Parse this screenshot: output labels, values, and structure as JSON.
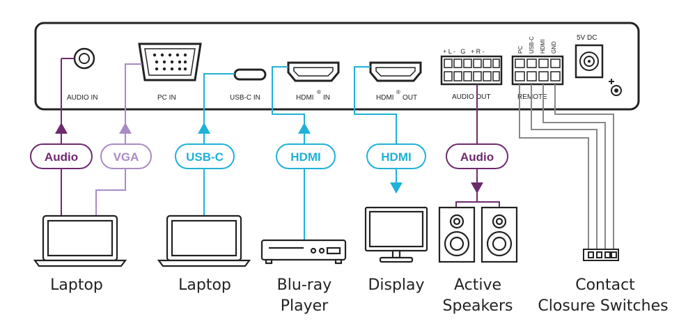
{
  "panel": {
    "audio_in": "AUDIO IN",
    "pc_in": "PC IN",
    "usbc_in": "USB-C IN",
    "hdmi_in": "HDMI",
    "hdmi_in_suffix": "IN",
    "hdmi_out": "HDMI",
    "hdmi_out_suffix": "OUT",
    "audio_out": "AUDIO OUT",
    "audio_out_pins": "+ L -   G   + R -",
    "remote": "REMOTE",
    "remote_pins": [
      "PC",
      "USB-C",
      "HDMI",
      "GND"
    ],
    "power": "5V DC",
    "registered": "®"
  },
  "pills": {
    "audio_in": "Audio",
    "vga": "VGA",
    "usbc": "USB-C",
    "hdmi_in": "HDMI",
    "hdmi_out": "HDMI",
    "audio_out": "Audio"
  },
  "devices": {
    "laptop1": "Laptop",
    "laptop2": "Laptop",
    "bluray_line1": "Blu-ray",
    "bluray_line2": "Player",
    "display": "Display",
    "speakers_line1": "Active",
    "speakers_line2": "Speakers",
    "switches_line1": "Contact",
    "switches_line2": "Closure Switches"
  },
  "colors": {
    "purple": "#6d2a6e",
    "lavender": "#a98bc4",
    "cyan": "#1fb1d6",
    "gray": "#888888",
    "outline": "#222222"
  }
}
